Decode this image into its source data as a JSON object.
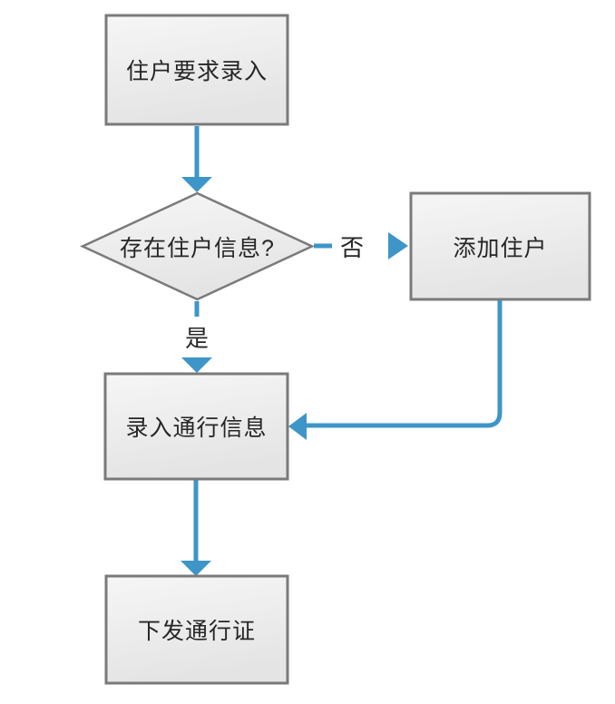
{
  "diagram": {
    "type": "flowchart",
    "colors": {
      "arrow": "#3e95c8",
      "node_border": "#7a7a7a",
      "node_fill_top": "#f6f6f6",
      "node_fill_bottom": "#e4e4e4",
      "text": "#262626",
      "background": "#ffffff"
    },
    "nodes": [
      {
        "id": "start",
        "shape": "rectangle",
        "label": "住户要求录入"
      },
      {
        "id": "decision",
        "shape": "diamond",
        "label": "存在住户信息?"
      },
      {
        "id": "add-resident",
        "shape": "rectangle",
        "label": "添加住户"
      },
      {
        "id": "enter-pass-info",
        "shape": "rectangle",
        "label": "录入通行信息"
      },
      {
        "id": "issue-pass",
        "shape": "rectangle",
        "label": "下发通行证"
      }
    ],
    "edges": [
      {
        "from": "start",
        "to": "decision",
        "label": ""
      },
      {
        "from": "decision",
        "to": "add-resident",
        "label": "否"
      },
      {
        "from": "decision",
        "to": "enter-pass-info",
        "label": "是"
      },
      {
        "from": "add-resident",
        "to": "enter-pass-info",
        "label": ""
      },
      {
        "from": "enter-pass-info",
        "to": "issue-pass",
        "label": ""
      }
    ]
  }
}
